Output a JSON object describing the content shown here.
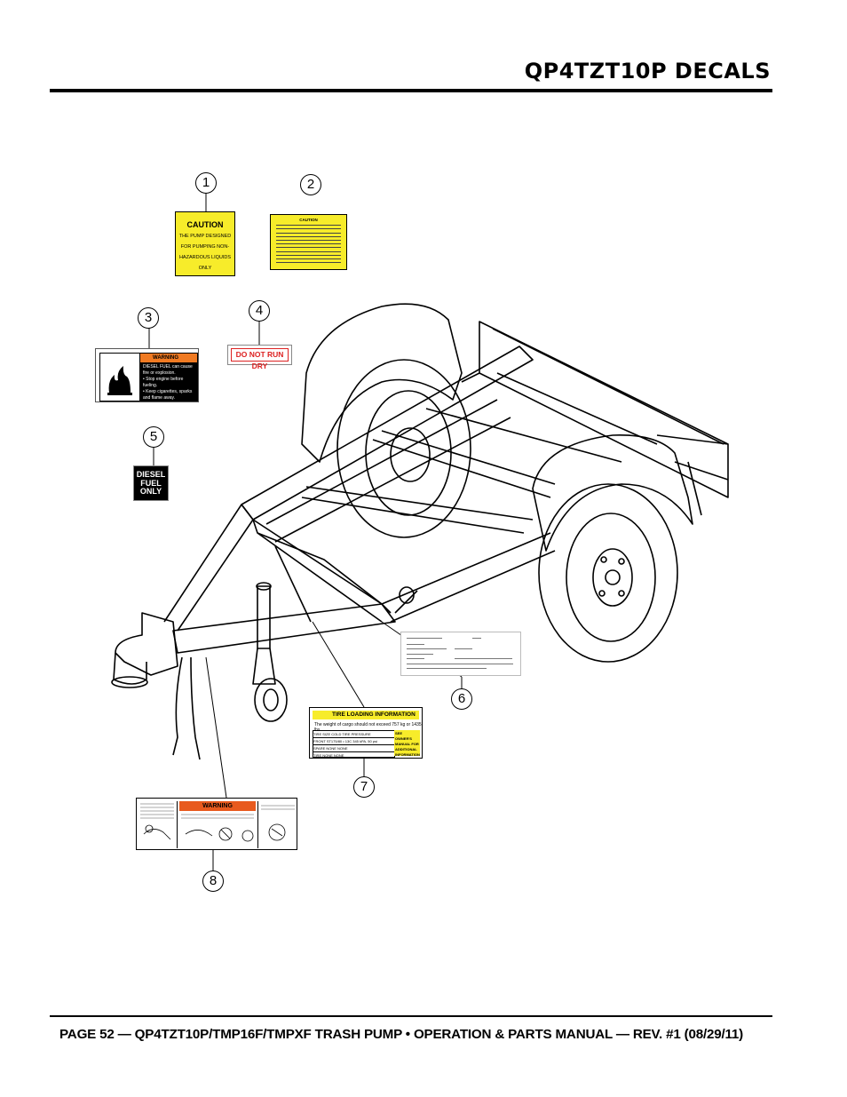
{
  "header": {
    "title": "QP4TZT10P DECALS"
  },
  "footer": {
    "text": "PAGE 52 — QP4TZT10P/TMP16F/TMPXF TRASH PUMP • OPERATION & PARTS MANUAL — REV. #1 (08/29/11)"
  },
  "callouts": [
    "1",
    "2",
    "3",
    "4",
    "5",
    "6",
    "7",
    "8"
  ],
  "decals": {
    "d1": {
      "heading": "CAUTION",
      "lines": [
        "THE PUMP DESIGNED",
        "FOR PUMPING NON-",
        "HAZARDOUS LIQUIDS",
        "ONLY"
      ]
    },
    "d2": {
      "heading": "CAUTION"
    },
    "d3": {
      "heading": "WARNING",
      "lines": [
        "DIESEL FUEL can cause",
        "fire or explosion.",
        "• Stop engine before fueling.",
        "• Keep cigarettes, sparks",
        "and flame away."
      ]
    },
    "d4": {
      "text": "DO NOT RUN DRY"
    },
    "d5": {
      "lines": [
        "DIESEL",
        "FUEL",
        "ONLY"
      ]
    },
    "d7": {
      "heading": "TIRE LOADING INFORMATION",
      "subtitle": "The weight of cargo should not exceed 757 kg or 1435 lbs.",
      "rows": [
        "TIRE    SIZE    COLD TIRE PRESSURE",
        "FRONT   ST175/80 • 13C   345 kPA, 50 psi",
        "SPARE   NONE   NONE",
        "TIRE    NONE   NONE"
      ],
      "side": "SEE OWNER'S MANUAL FOR ADDITIONAL INFORMATION"
    },
    "d8": {
      "heading": "WARNING"
    }
  },
  "colors": {
    "caution_yellow": "#f7ec2a",
    "warning_orange": "#f07a22",
    "danger_red": "#d22222"
  }
}
